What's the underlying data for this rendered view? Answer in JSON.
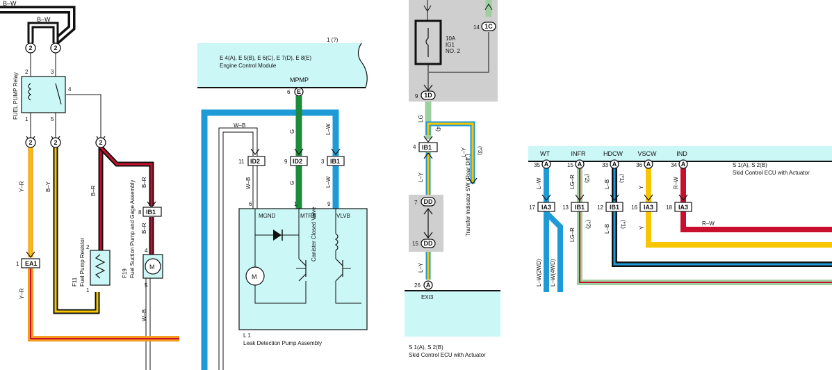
{
  "colors": {
    "ecu_fill": "#ccf7f7",
    "gray_fill": "#cfcfcf",
    "W": "#ffffff",
    "B": "#111111",
    "Y": "#f7c600",
    "R": "#c8102e",
    "L": "#1e9bd7",
    "G": "#1d8a3c",
    "LG": "#9ecf9e",
    "O": "#f39c1f"
  },
  "p1": {
    "top_label": "B–W",
    "bw_label": "B–W",
    "relay_label": "FUEL PUMP Relay",
    "relay_pins": [
      "2",
      "3",
      "4",
      "1",
      "5"
    ],
    "circles": [
      "2",
      "2",
      "2",
      "2",
      "2"
    ],
    "wires": [
      "Y–R",
      "B–Y",
      "B–R",
      "B–R",
      "B–R",
      "Y–R",
      "W–B"
    ],
    "ea1": "EA1",
    "ea1_pin": "1",
    "ib1": "IB1",
    "ib1_pin": "8",
    "resistor_id": "F11",
    "resistor_name": "Fuel Pump Resistor",
    "resistor_pins": [
      "2",
      "1"
    ],
    "pump_id": "F19",
    "pump_name": "Fuel Suction Pump and Gage Assembly",
    "pump_pins": [
      "4",
      "5"
    ],
    "motor": "M"
  },
  "p2": {
    "ecm_top": "E 4(A), E 5(B), E 6(C), E 7(D), E 8(E)",
    "ecm_name": "Engine Control Module",
    "ecm_cut": "1 (?)",
    "mpmp": "MPMP",
    "mpmp_pin": "6",
    "mpmp_conn": "E",
    "wires_top": [
      "W–B",
      "G",
      "L–W"
    ],
    "conns": [
      {
        "pin": "11",
        "name": "ID2"
      },
      {
        "pin": "9",
        "name": "ID2"
      },
      {
        "pin": "3",
        "name": "IB1"
      }
    ],
    "wires_bottom": [
      "W–B",
      "G",
      "L–W"
    ],
    "bottom_pins": [
      "6",
      "1",
      "9"
    ],
    "terminals": [
      "MGND",
      "MTRB",
      "VLVB"
    ],
    "valve_label": "Canister Closed Valve",
    "motor": "M",
    "module_id": "L 1",
    "module_name": "Leak Detection Pump Assembly"
  },
  "p3": {
    "fuse_amp": "10A",
    "fuse_name": "IG1",
    "fuse_no": "NO. 2",
    "pin14": "14",
    "conn_1c": "1C",
    "pin9": "9",
    "conn_1d": "1D",
    "wire_lg": "LG",
    "note4": "(*4)",
    "pin4": "4",
    "ib1": "IB1",
    "wire_ly": "L–Y",
    "note3": "(*3)",
    "transfer_label": "Transfer Indicator SW (Rear Diff.)",
    "pin7": "7",
    "dd": "DD",
    "pin15": "15",
    "pin26": "26",
    "conn_a": "A",
    "exi3": "EXI3",
    "ecu_ids": "S 1(A), S 2(B)",
    "ecu_name": "Skid Control ECU with Actuator"
  },
  "p4": {
    "ecu_ids": "S 1(A), S 2(B)",
    "ecu_name": "Skid Control ECU with Actuator",
    "terminals": [
      {
        "name": "WT",
        "pin": "35",
        "conn": "A",
        "wire": "L–W",
        "note": "",
        "bpin": "17",
        "bconn": "IA3"
      },
      {
        "name": "INFR",
        "pin": "15",
        "conn": "A",
        "wire": "LG–R",
        "note": "(*2)",
        "bpin": "13",
        "bconn": "IB1"
      },
      {
        "name": "HDCW",
        "pin": "33",
        "conn": "A",
        "wire": "L–B",
        "note": "(*1)",
        "bpin": "12",
        "bconn": "IB1"
      },
      {
        "name": "VSCW",
        "pin": "36",
        "conn": "A",
        "wire": "Y",
        "note": "",
        "bpin": "16",
        "bconn": "IA3"
      },
      {
        "name": "IND",
        "pin": "34",
        "conn": "A",
        "wire": "R–W",
        "note": "",
        "bpin": "18",
        "bconn": "IA3"
      }
    ],
    "lower_labels": [
      "L–W(2WD)",
      "L–W(4WD)",
      "LG–R",
      "(*2)",
      "L–B",
      "(*1)",
      "Y",
      "R–W"
    ]
  }
}
